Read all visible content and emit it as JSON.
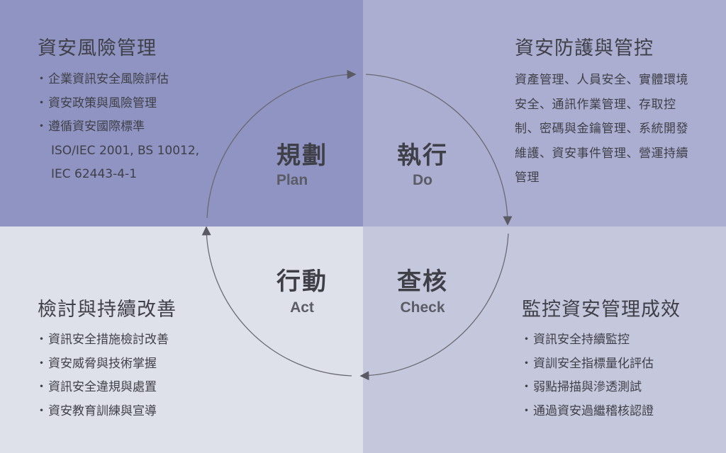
{
  "plan": {
    "title": "資安風險管理",
    "items": [
      "企業資訊安全風險評估",
      "資安政策與風險管理",
      "遵循資安國際標準"
    ],
    "standards": [
      "ISO/IEC 2001, BS 10012,",
      "IEC 62443-4-1"
    ],
    "zh": "規劃",
    "en": "Plan"
  },
  "do": {
    "title": "資安防護與管控",
    "text": "資產管理、人員安全、實體環境安全、通訊作業管理、存取控制、密碼與金鑰管理、系統開發維護、資安事件管理、營運持續管理",
    "zh": "執行",
    "en": "Do"
  },
  "check": {
    "title": "監控資安管理成效",
    "items": [
      "資訊安全持續監控",
      "資訓安全指標量化評估",
      "弱點掃描與滲透測試",
      "通過資安過繼稽核認證"
    ],
    "zh": "查核",
    "en": "Check"
  },
  "act": {
    "title": "檢討與持續改善",
    "items": [
      "資訊安全措施檢討改善",
      "資安威脅與技術掌握",
      "資訊安全違規與處置",
      "資安教育訓練與宣導"
    ],
    "zh": "行動",
    "en": "Act"
  },
  "colors": {
    "plan": "#9094c2",
    "do": "#abaed0",
    "act": "#dfe1ea",
    "check": "#c5c7dc"
  }
}
